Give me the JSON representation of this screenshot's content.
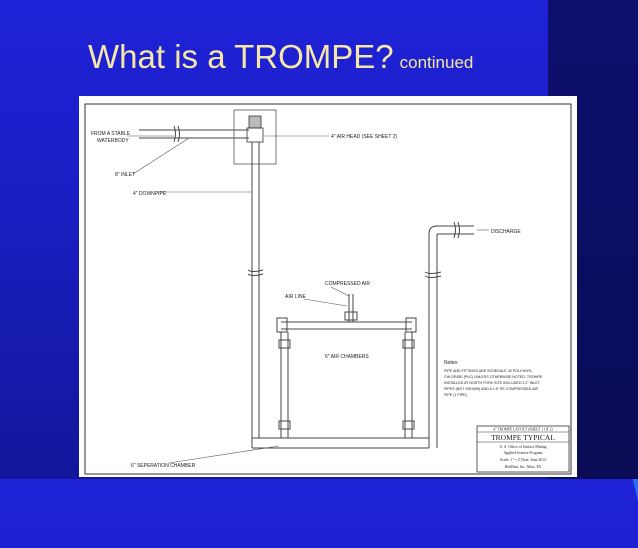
{
  "slide": {
    "title_main": "What is a TROMPE?",
    "title_sub": "continued"
  },
  "diagram": {
    "labels": {
      "stable_water_1": "FROM A STABLE",
      "stable_water_2": "WATERBODY",
      "inlet": "8\" INLET",
      "downpipe": "4\" DOWNPIPE",
      "air_head": "4\" AIR HEAD (SEE SHEET 2)",
      "discharge": "DISCHARGE",
      "compressed_air": "COMPRESSED AIR",
      "air_line": "AIR LINE",
      "air_chambers": "6\" AIR CHAMBERS",
      "separation_chamber": "6\" SEPERATION CHAMBER"
    },
    "notes": {
      "heading": "Notes:",
      "lines": [
        "PIPE AND FITTINGS ARE SCHEDULE 40 POLYVINYL",
        "CHLORIDE (PVC) UNLESS OTHERWISE NOTED. TROMPE",
        "INSTALLED AT NORTH FORK SITE INCLUDED 3 2\" INLET",
        "PIPES (NOT SHOWN) AND A 1.5\" PE COMPRESSED AIR",
        "PIPE (1 PIPE)."
      ]
    },
    "title_block": {
      "line1": "4\" TROMPE LAYOUT (SHEET 1 OF 2)",
      "line2": "TROMPE TYPICAL",
      "line3": "U. S. Office of Surface Mining",
      "line4": "Applied Science Program",
      "line5": "Scale: 1\" = 2'  Date: June 2013",
      "line6": "BioMost, Inc.  Mars, PA"
    }
  }
}
